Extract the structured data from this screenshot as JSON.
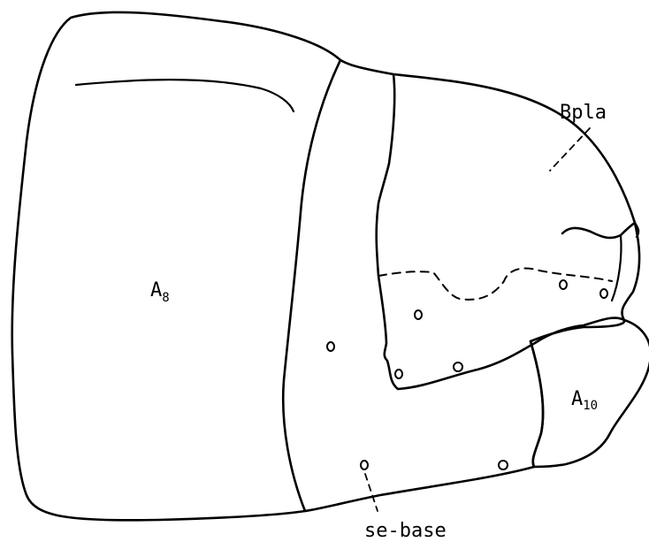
{
  "figure": {
    "labels": {
      "a8": {
        "main": "A",
        "sub": "8"
      },
      "a10": {
        "main": "A",
        "sub": "10"
      },
      "bpla": "Bpla",
      "se_base": "se-base"
    }
  }
}
